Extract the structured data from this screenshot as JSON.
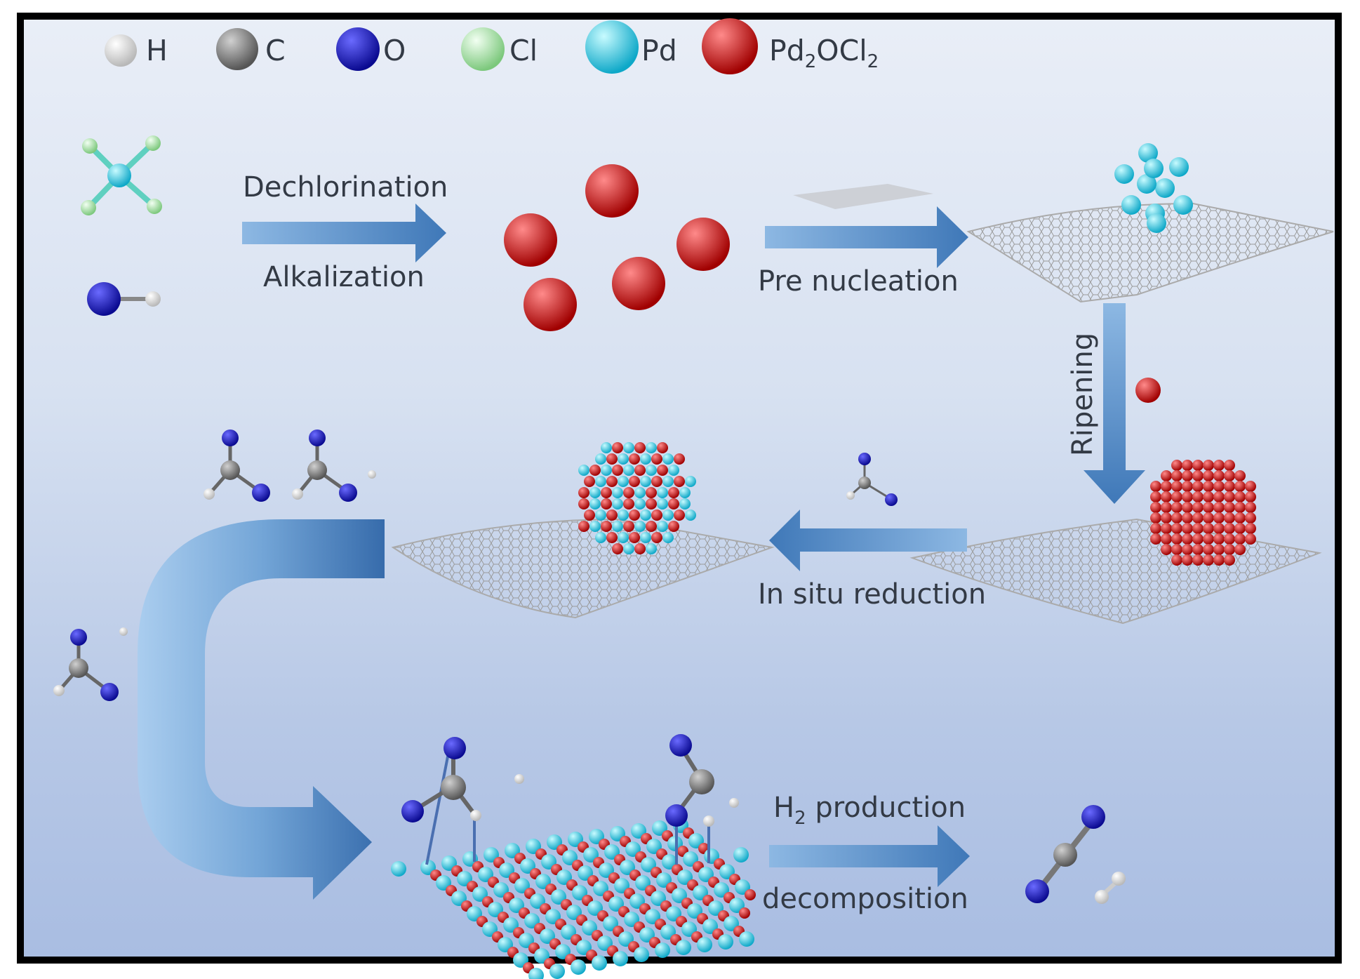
{
  "legend": [
    {
      "label": "H",
      "color": "#f2f2f2"
    },
    {
      "label": "C",
      "color": "#808080"
    },
    {
      "label": "O",
      "color": "#1f1fc8"
    },
    {
      "label": "Cl",
      "color": "#a8e8a8"
    },
    {
      "label": "Pd",
      "color": "#33c8e0"
    },
    {
      "label": "Pd",
      "sub": "2",
      "label2": "OCl",
      "sub2": "2",
      "color": "#e01818"
    }
  ],
  "steps": {
    "dechlorination": "Dechlorination",
    "alkalization": "Alkalization",
    "pre_nucleation": "Pre nucleation",
    "ripening": "Ripening",
    "in_situ_reduction": "In situ reduction",
    "h2_prefix": "H",
    "h2_sub": "2",
    "h2_suffix": " production",
    "decomposition": "decomposition"
  },
  "colors": {
    "arrow": "#5f95cf",
    "arrow_dark": "#3f78b8",
    "sheet": "#9a9a9a"
  }
}
